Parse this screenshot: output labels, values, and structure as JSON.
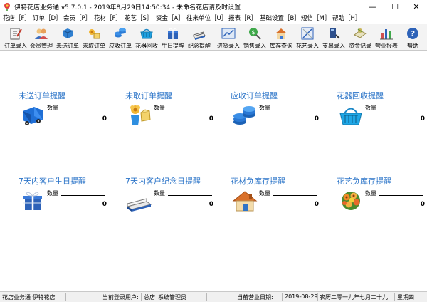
{
  "window": {
    "title": "伊特花店业务通 v5.7.0.1 - 2019年8月29日14:50:34 - 未命名花店请及时设置",
    "minimize_symbol": "—",
    "maximize_symbol": "☐",
    "close_symbol": "✕"
  },
  "menu": [
    {
      "label": "花店［F］"
    },
    {
      "label": "订单［D］"
    },
    {
      "label": "会员［P］"
    },
    {
      "label": "花材［F］"
    },
    {
      "label": "花艺［S］"
    },
    {
      "label": "资金［A］"
    },
    {
      "label": "往来单位［U］"
    },
    {
      "label": "报表［R］"
    },
    {
      "label": "基础设置［B］"
    },
    {
      "label": "短信［M］"
    },
    {
      "label": "帮助［H］"
    }
  ],
  "toolbar": [
    {
      "label": "订单录入",
      "icon": "order-entry-icon"
    },
    {
      "label": "会员管理",
      "icon": "members-icon"
    },
    {
      "label": "未送订单",
      "icon": "undelivered-icon"
    },
    {
      "label": "未取订单",
      "icon": "unpicked-icon"
    },
    {
      "label": "应收订单",
      "icon": "receivable-icon"
    },
    {
      "label": "花器回收",
      "icon": "basket-icon"
    },
    {
      "label": "生日提醒",
      "icon": "birthday-icon"
    },
    {
      "label": "纪念提醒",
      "icon": "anniversary-icon"
    },
    {
      "label": "进货录入",
      "icon": "purchase-icon"
    },
    {
      "label": "销售录入",
      "icon": "sales-icon"
    },
    {
      "label": "库存查询",
      "icon": "inventory-icon"
    },
    {
      "label": "花艺录入",
      "icon": "floral-art-icon"
    },
    {
      "label": "支出录入",
      "icon": "expense-icon"
    },
    {
      "label": "资金记录",
      "icon": "funds-icon"
    },
    {
      "label": "营业报表",
      "icon": "report-icon"
    },
    {
      "label": "帮助",
      "icon": "help-icon"
    }
  ],
  "cards": [
    {
      "title": "未送订单提醒",
      "qty_label": "数量",
      "value": "0",
      "icon": "delivery-truck-icon"
    },
    {
      "title": "未取订单提醒",
      "qty_label": "数量",
      "value": "0",
      "icon": "flower-pot-icon"
    },
    {
      "title": "应收订单提醒",
      "qty_label": "数量",
      "value": "0",
      "icon": "coins-icon"
    },
    {
      "title": "花器回收提醒",
      "qty_label": "数量",
      "value": "0",
      "icon": "basket-icon"
    },
    {
      "title": "7天内客户生日提醒",
      "qty_label": "数量",
      "value": "0",
      "icon": "gift-box-icon"
    },
    {
      "title": "7天内客户纪念日提醒",
      "qty_label": "数量",
      "value": "0",
      "icon": "gift-stack-icon"
    },
    {
      "title": "花材负库存提醒",
      "qty_label": "数量",
      "value": "0",
      "icon": "house-icon"
    },
    {
      "title": "花艺负库存提醒",
      "qty_label": "数量",
      "value": "0",
      "icon": "bouquet-icon"
    }
  ],
  "status": {
    "app_name": "花店业务通 伊特花店",
    "login_label": "当前登录用户:",
    "store": "总店",
    "user": "系统管理员",
    "business_date_label": "当前营业日期:",
    "business_date": "2019-08-29",
    "lunar_date": "农历二零一九年七月二十九",
    "weekday": "星期四"
  }
}
